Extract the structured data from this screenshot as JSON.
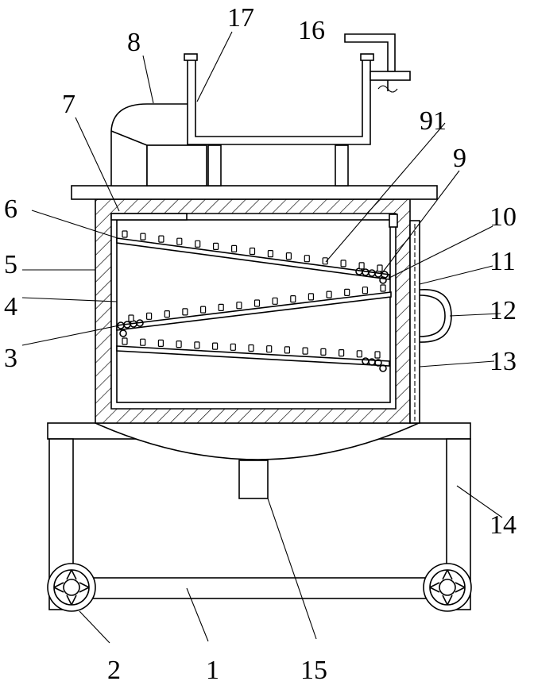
{
  "labels": {
    "l1": "1",
    "l2": "2",
    "l3": "3",
    "l4": "4",
    "l5": "5",
    "l6": "6",
    "l7": "7",
    "l8": "8",
    "l9": "9",
    "l10": "10",
    "l11": "11",
    "l12": "12",
    "l13": "13",
    "l14": "14",
    "l15": "15",
    "l16": "16",
    "l17": "17",
    "l91": "91"
  }
}
